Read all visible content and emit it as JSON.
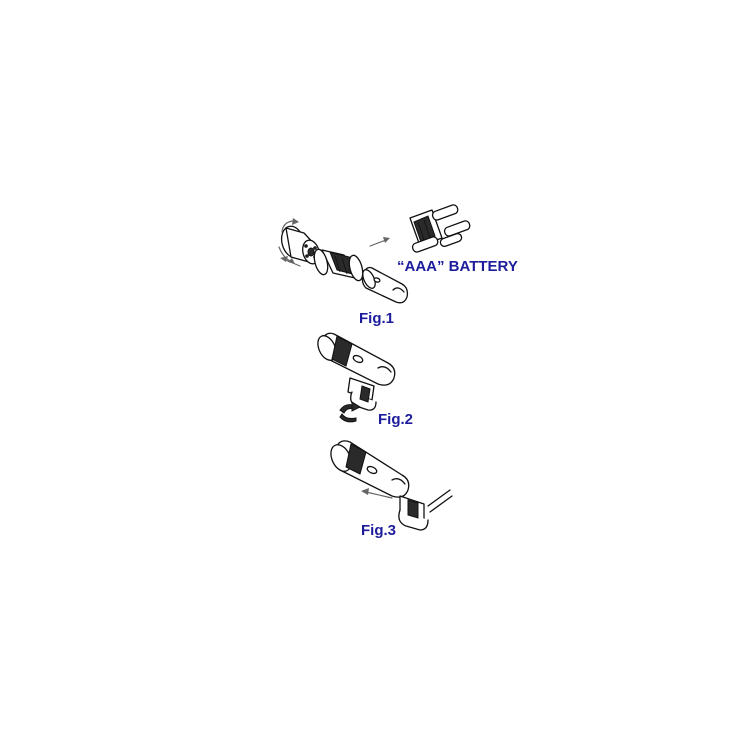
{
  "labels": {
    "battery": "“AAA” BATTERY",
    "fig1": "Fig.1",
    "fig2": "Fig.2",
    "fig3": "Fig.3"
  },
  "colors": {
    "label_text": "#1c1c9c",
    "line_art": "#111111",
    "arrow": "#666666",
    "background": "#ffffff"
  }
}
